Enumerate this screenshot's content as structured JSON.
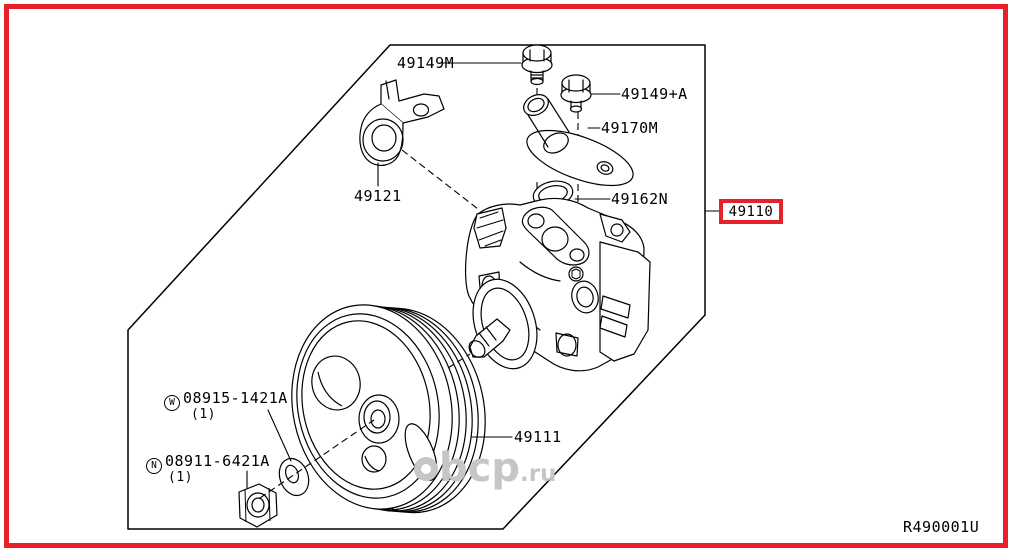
{
  "diagram": {
    "drawing_no": "R490001U",
    "frame_color": "#e62129",
    "line_color": "#000000",
    "watermark": {
      "logo": "ring-logo",
      "text": "bcp",
      "suffix": ".ru"
    },
    "parts": {
      "bolt_upper": {
        "label": "49149M"
      },
      "bolt_side": {
        "label": "49149+A"
      },
      "connector": {
        "label": "49170M"
      },
      "oring": {
        "label": "49162N"
      },
      "bracket": {
        "label": "49121"
      },
      "pump_assembly": {
        "label": "49110",
        "highlighted": true
      },
      "pulley": {
        "label": "49111"
      },
      "washer": {
        "prefix": "W",
        "label": "08915-1421A",
        "qty": "(1)"
      },
      "nut": {
        "prefix": "N",
        "label": "08911-6421A",
        "qty": "(1)"
      }
    }
  }
}
